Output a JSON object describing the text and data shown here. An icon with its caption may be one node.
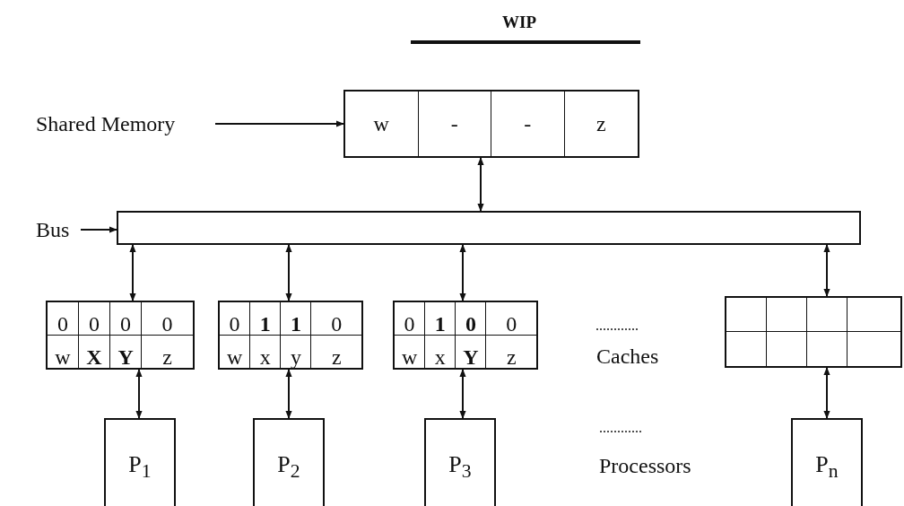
{
  "diagram": {
    "title": "WIP",
    "nodes": [
      {
        "text": [
          "Shared Memory"
        ]
      },
      {
        "text": [
          "w",
          "-",
          "-",
          "z"
        ]
      },
      {
        "text": [
          "Bus"
        ]
      },
      {
        "text": [],
        "shape": "bar"
      },
      {
        "text": [
          "0",
          "0",
          "0",
          "0",
          "w",
          "**X**",
          "**Y**",
          "z"
        ]
      },
      {
        "text": [
          "0",
          "**1**",
          "**1**",
          "0",
          "w",
          "x",
          "y",
          "z"
        ]
      },
      {
        "text": [
          "0",
          "**1**",
          "**0**",
          "0",
          "w",
          "x",
          "**Y**",
          "z"
        ]
      },
      {
        "text": [],
        "shape": "box"
      },
      {
        "text": [
          "P$_{1}$"
        ]
      },
      {
        "text": [
          "P$_{2}$"
        ]
      },
      {
        "text": [
          "P$_{3}$"
        ]
      },
      {
        "text": [
          "P$_{n}$"
        ]
      }
    ],
    "edges": [
      {
        "from": 0,
        "to": 1,
        "arrow": "to"
      },
      {
        "from": 2,
        "to": 3,
        "arrow": "to"
      },
      {
        "from": 1,
        "to": 3,
        "arrow": "both"
      },
      {
        "from": 3,
        "to": 4,
        "arrow": "both"
      },
      {
        "from": 3,
        "to": 5,
        "arrow": "both"
      },
      {
        "from": 3,
        "to": 6,
        "arrow": "both"
      },
      {
        "from": 3,
        "to": 7,
        "arrow": "both"
      },
      {
        "from": 4,
        "to": 8,
        "arrow": "both"
      },
      {
        "from": 5,
        "to": 9,
        "arrow": "both"
      },
      {
        "from": 6,
        "to": 10,
        "arrow": "both"
      },
      {
        "from": 7,
        "to": 11,
        "arrow": "both"
      }
    ],
    "labels": [
      "............",
      "Caches",
      "............",
      "Processors"
    ]
  }
}
